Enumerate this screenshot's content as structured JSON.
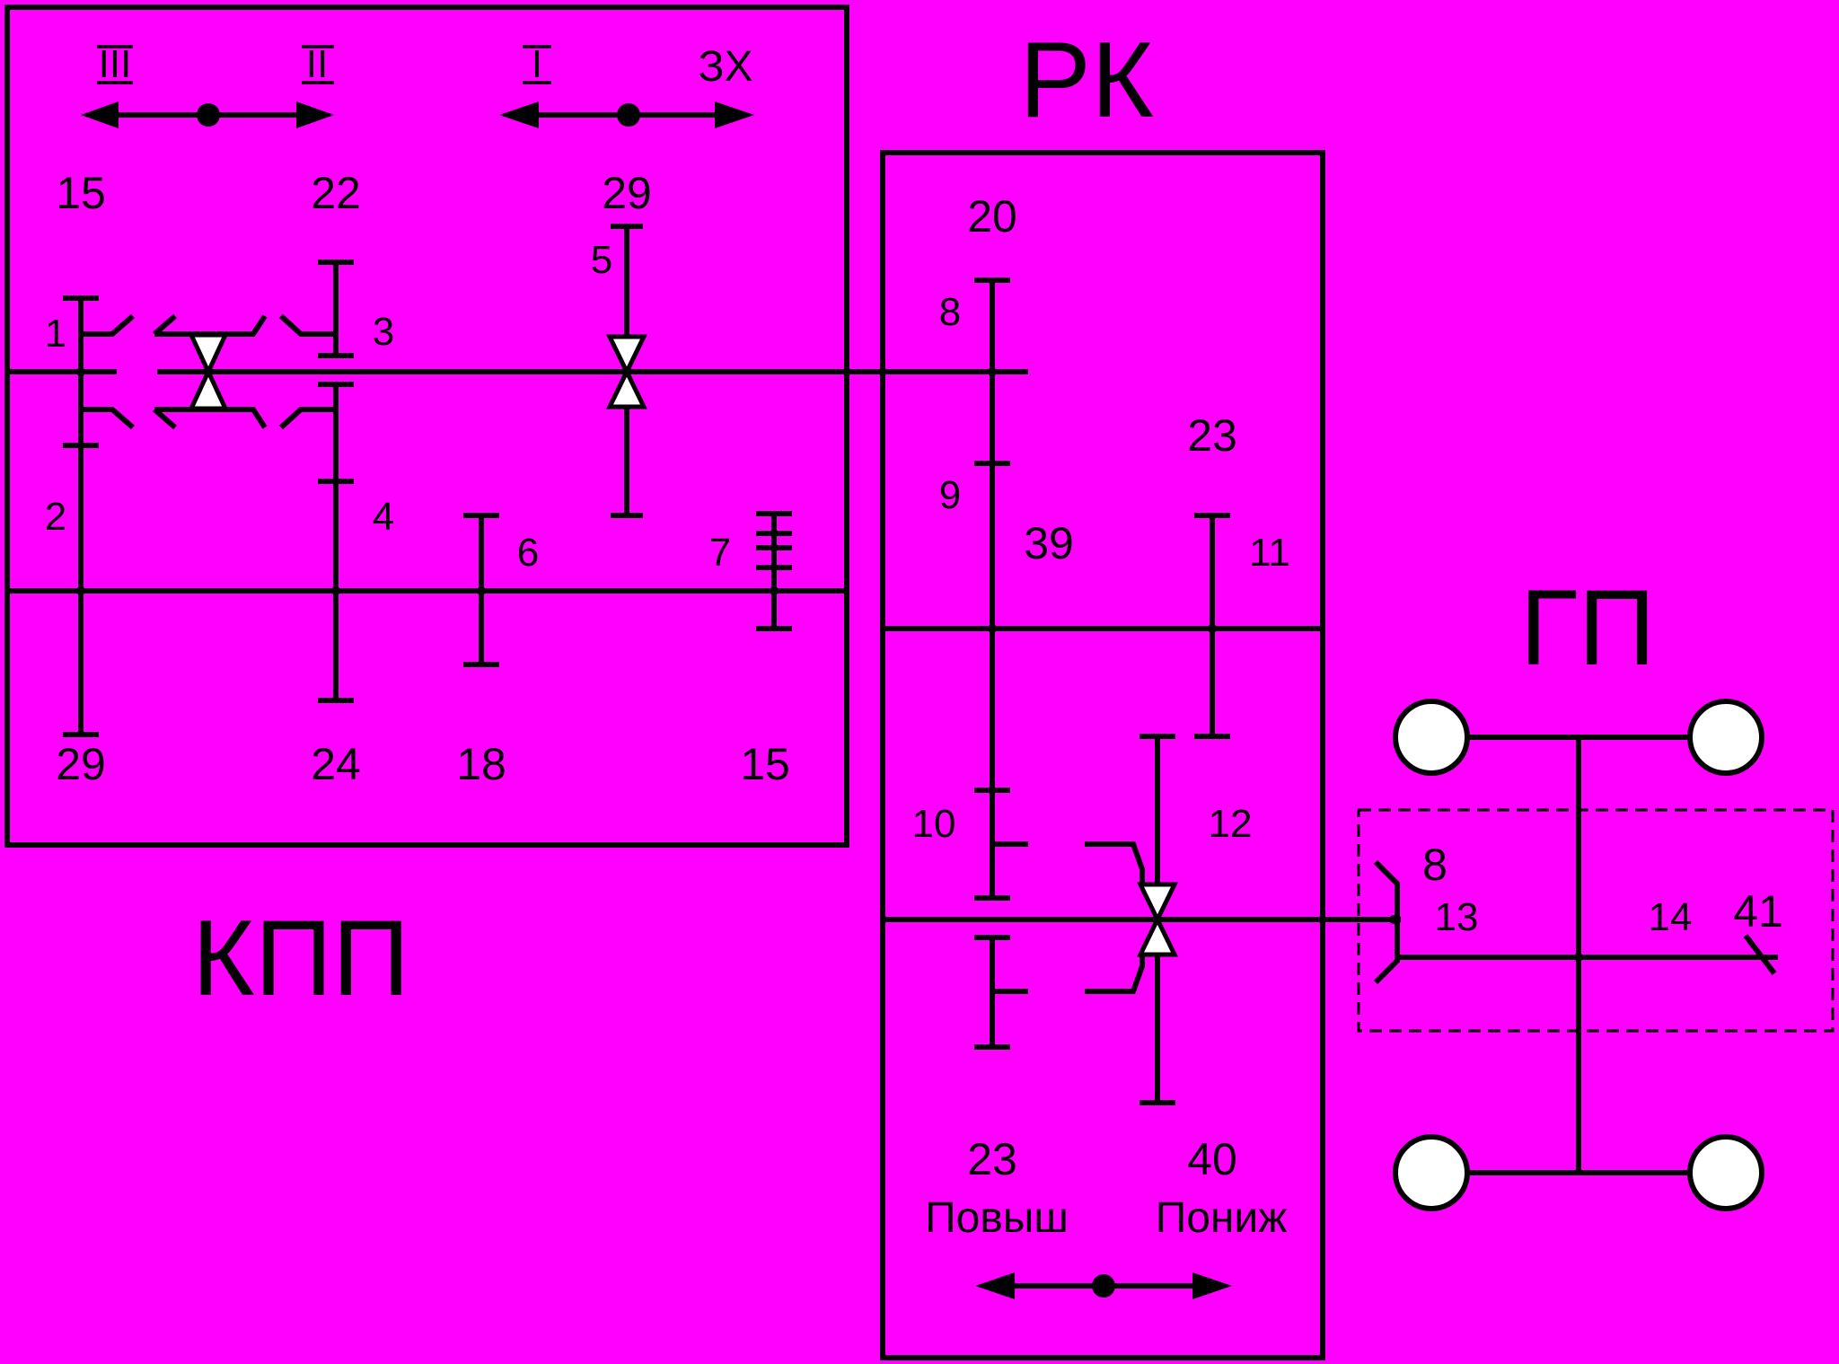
{
  "sections": {
    "kpp": "КПП",
    "rk": "РК",
    "gp": "ГП"
  },
  "kpp": {
    "gear_labels": {
      "g3": "III",
      "g2": "II",
      "g1": "I",
      "rev": "ЗХ"
    },
    "top_teeth": [
      "15",
      "22",
      "29"
    ],
    "bottom_teeth": [
      "29",
      "24",
      "18",
      "15"
    ],
    "gear_numbers": [
      "1",
      "2",
      "3",
      "4",
      "5",
      "6",
      "7"
    ]
  },
  "rk": {
    "top_teeth": [
      "20",
      "23"
    ],
    "mid_teeth": "39",
    "gear_numbers": [
      "8",
      "9",
      "10",
      "11",
      "12"
    ],
    "bottom_teeth": [
      "23",
      "40"
    ],
    "modes": [
      "Повыш",
      "Пониж"
    ]
  },
  "gp": {
    "teeth": [
      "8",
      "41"
    ],
    "gear_numbers": [
      "13",
      "14"
    ]
  },
  "colors": {
    "background": "#ff00ff",
    "line": "#000000",
    "wheel": "#ffffff"
  }
}
